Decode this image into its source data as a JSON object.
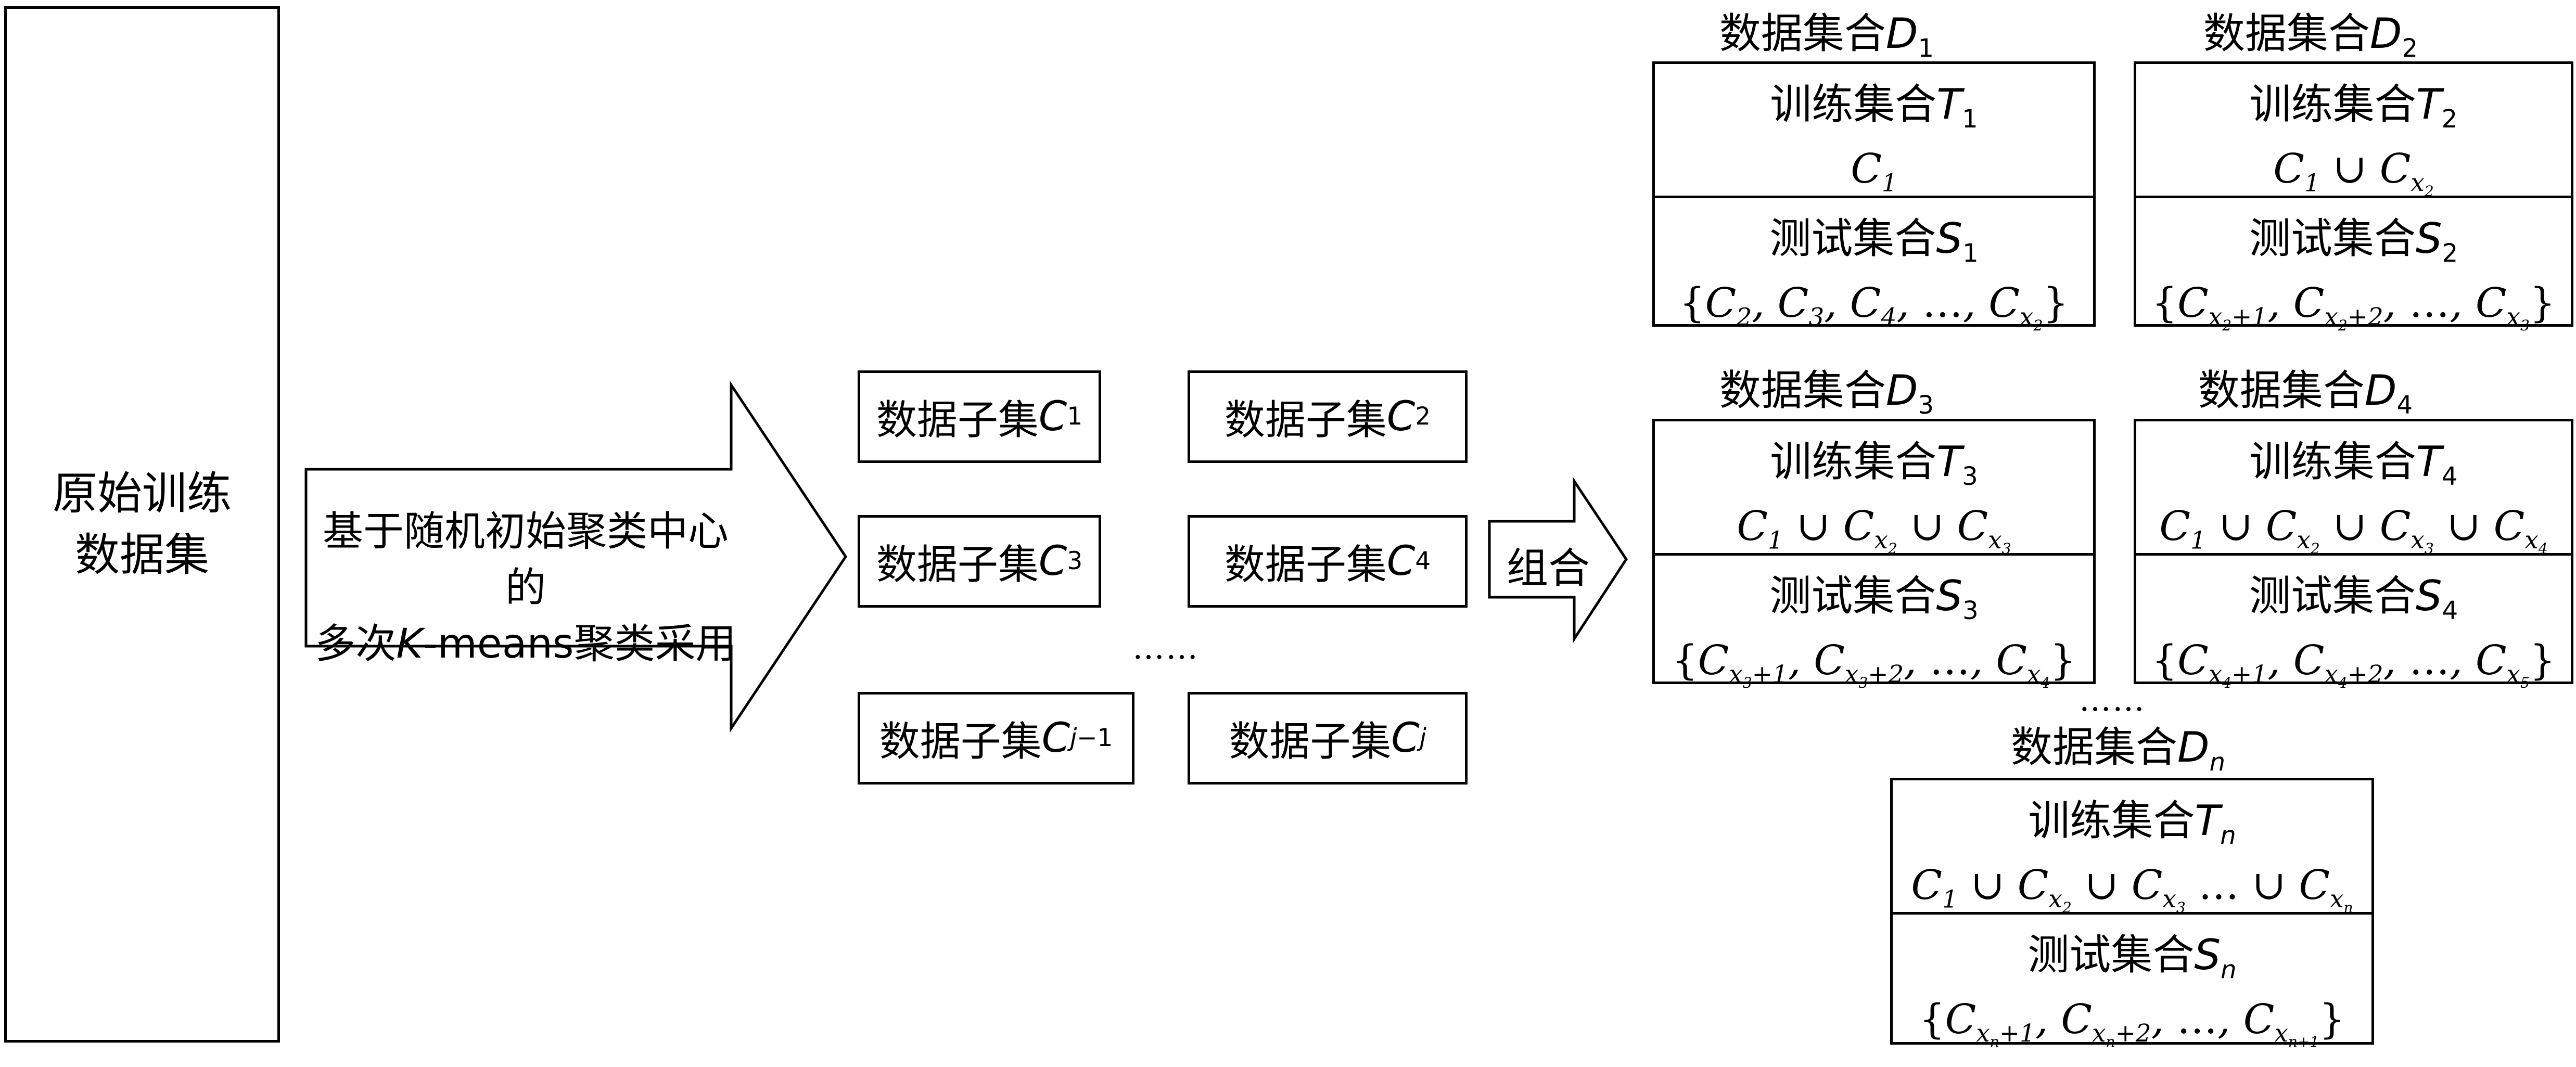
{
  "original": {
    "text": "原始训练\n数据集"
  },
  "big_arrow": {
    "line1": "基于随机初始聚类中心的",
    "line2": "多次K-means聚类采用"
  },
  "subsets": [
    "数据子集C1",
    "数据子集C2",
    "数据子集C3",
    "数据子集C4",
    "数据子集Cj−1",
    "数据子集Cj"
  ],
  "subset_dots": "……",
  "combine": {
    "label": "组合"
  },
  "datasets": [
    {
      "title": "数据集合D1",
      "train_title": "训练集合T1",
      "train_formula": "C1",
      "test_title": "测试集合S1",
      "test_formula": "{C2, C3, C4, …, Cx2}"
    },
    {
      "title": "数据集合D2",
      "train_title": "训练集合T2",
      "train_formula": "C1 ∪ Cx2",
      "test_title": "测试集合S2",
      "test_formula": "{Cx2+1, Cx2+2, …, Cx3}"
    },
    {
      "title": "数据集合D3",
      "train_title": "训练集合T3",
      "train_formula": "C1 ∪ Cx2 ∪ Cx3",
      "test_title": "测试集合S3",
      "test_formula": "{Cx3+1, Cx3+2, …, Cx4}"
    },
    {
      "title": "数据集合D4",
      "train_title": "训练集合T4",
      "train_formula": "C1 ∪ Cx2 ∪ Cx3 ∪ Cx4",
      "test_title": "测试集合S4",
      "test_formula": "{Cx4+1, Cx4+2, …, Cx5}"
    },
    {
      "title": "数据集合Dn",
      "train_title": "训练集合Tn",
      "train_formula": "C1 ∪ Cx2 ∪ Cx3 … ∪ Cxn",
      "test_title": "测试集合Sn",
      "test_formula": "{Cxn+1, Cxn+2, …, Cxn+1}"
    }
  ],
  "dataset_dots": "……"
}
